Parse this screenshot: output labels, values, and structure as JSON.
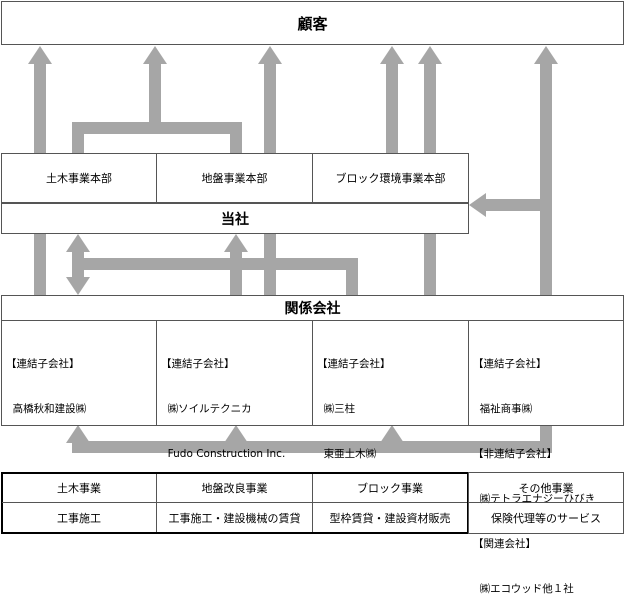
{
  "customer": {
    "label": "顧客"
  },
  "divisions": [
    {
      "label": "土木事業本部"
    },
    {
      "label": "地盤事業本部"
    },
    {
      "label": "ブロック環境事業本部"
    }
  ],
  "company": {
    "label": "当社"
  },
  "affiliates": {
    "label": "関係会社",
    "columns": [
      {
        "lines": [
          "【連結子会社】",
          "  高橋秋和建設㈱"
        ]
      },
      {
        "lines": [
          "【連結子会社】",
          "  ㈱ソイルテクニカ",
          "  Fudo Construction Inc."
        ]
      },
      {
        "lines": [
          "【連結子会社】",
          "  ㈱三柱",
          "  東亜土木㈱"
        ]
      },
      {
        "lines": [
          "【連結子会社】",
          "  福祉商事㈱",
          "【非連結子会社】",
          "  ㈱テトラエナジーひびき",
          "【関連会社】",
          "  ㈱エコウッド他１社"
        ]
      }
    ]
  },
  "segments": [
    {
      "name": "土木事業",
      "service": "工事施工"
    },
    {
      "name": "地盤改良事業",
      "service": "工事施工・建設機械の賃貸"
    },
    {
      "name": "ブロック事業",
      "service": "型枠賃貸・建設資材販売"
    },
    {
      "name": "その他事業",
      "service": "保険代理等のサービス"
    }
  ],
  "colors": {
    "arrow": "#a6a6a6",
    "border": "#555555"
  }
}
